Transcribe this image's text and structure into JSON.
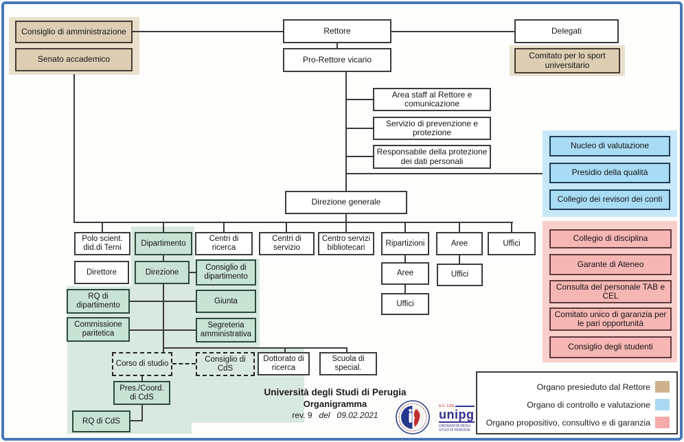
{
  "nodes": {
    "cda": "Consiglio di amministrazione",
    "senato": "Senato accademico",
    "rettore": "Rettore",
    "pro_rettore": "Pro-Rettore vicario",
    "delegati": "Delegati",
    "comitato_sport": "Comitato per lo sport universitario",
    "area_staff": "Area staff al Rettore e comunicazione",
    "servizio_prevenzione": "Servizio di prevenzione e protezione",
    "responsabile_dati": "Responsabile della protezione dei dati personali",
    "direzione_generale": "Direzione generale",
    "nucleo_valutazione": "Nucleo di valutazione",
    "presidio_qualita": "Presidio della qualità",
    "collegio_revisori": "Collegio dei revisori dei conti",
    "collegio_disciplina": "Collegio di disciplina",
    "garante_ateneo": "Garante di Ateneo",
    "consulta_personale": "Consulta del personale TAB e CEL",
    "comitato_garanzia": "Comitato unico di garanzia per le pari opportunità",
    "consiglio_studenti": "Consiglio degli studenti",
    "polo_terni": "Polo scient. did.di Terni",
    "dipartimento": "Dipartimento",
    "centri_ricerca": "Centri di ricerca",
    "centri_servizio": "Centri di servizio",
    "centro_servizi_bibliotecari": "Centro servizi bibliotecari",
    "ripartizioni": "Ripartizioni",
    "aree": "Aree",
    "uffici": "Uffici",
    "direttore": "Direttore",
    "direzione": "Direzione",
    "consiglio_dipartimento": "Consiglio di dipartimento",
    "rq_dipartimento": "RQ di dipartimento",
    "giunta": "Giunta",
    "commissione_paritetica": "Commissione paritetica",
    "segreteria_amministrativa": "Segreteria amministrativa",
    "aree_sub_ripartizioni": "Aree",
    "uffici_sub_ripartizioni": "Uffici",
    "uffici_sub_aree": "Uffici",
    "corso_studio": "Corso di studio",
    "consiglio_cds": "Consiglio di CdS",
    "dottorato_ricerca": "Dottorato di ricerca",
    "scuola_special": "Scuola di special.",
    "pres_coord_cds": "Pres./Coord. di CdS",
    "rq_cds": "RQ di CdS"
  },
  "caption": {
    "line1": "Università degli Studi di Perugia",
    "line2": "Organigramma",
    "rev": "rev. 9",
    "del": "del",
    "date": "09.02.2021"
  },
  "legend": {
    "items": [
      {
        "label": "Organo presieduto dal Rettore",
        "color": "#cdb28d"
      },
      {
        "label": "Organo di controllo e valutazione",
        "color": "#a9d9f2"
      },
      {
        "label": "Organo propositivo, consultivo e di garanzia",
        "color": "#f5abab"
      }
    ]
  },
  "logo": {
    "founded": "A.D. 1308",
    "wordmark": "unipg",
    "subtitle": "UNIVERSITÀ DEGLI STUDI DI PERUGIA"
  },
  "colors": {
    "frame_blue": "#4678b8",
    "line": "#3b3b3b",
    "tan_box": "#ddcdb2",
    "tan_container": "#e9dfcb",
    "blue_box": "#a8dbf4",
    "blue_container": "#c7e8f9",
    "pink_box": "#f6b6b4",
    "pink_container": "#f9cfcc",
    "green_box": "#c8e2d3",
    "green_container": "#d8e9df"
  }
}
